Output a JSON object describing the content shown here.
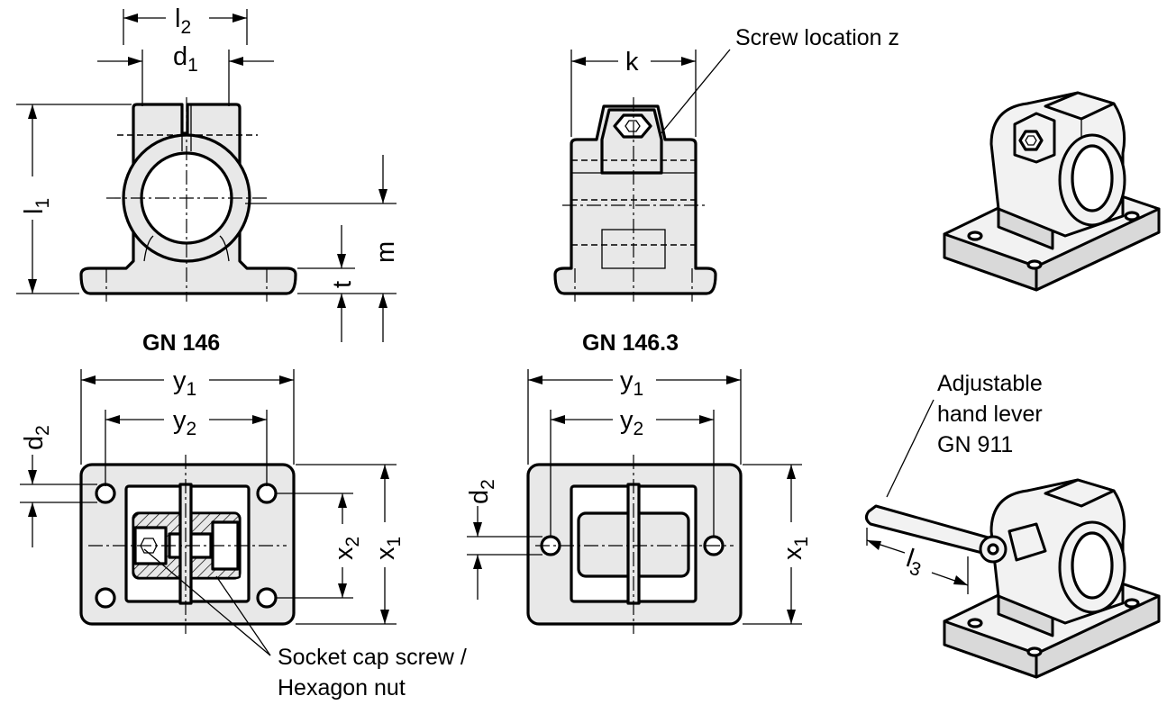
{
  "views": {
    "gn146_title": "GN 146",
    "gn1463_title": "GN 146.3"
  },
  "dimensions": {
    "l2": {
      "base": "l",
      "sub": "2"
    },
    "d1": {
      "base": "d",
      "sub": "1"
    },
    "l1": {
      "base": "l",
      "sub": "1"
    },
    "m": "m",
    "t": "t",
    "k": "k",
    "y1": {
      "base": "y",
      "sub": "1"
    },
    "y2": {
      "base": "y",
      "sub": "2"
    },
    "d2": {
      "base": "d",
      "sub": "2"
    },
    "x1": {
      "base": "x",
      "sub": "1"
    },
    "x2": {
      "base": "x",
      "sub": "2"
    },
    "l3": {
      "base": "l",
      "sub": "3"
    }
  },
  "annotations": {
    "screw_location": "Screw location z",
    "socket_cap_line1": "Socket cap screw /",
    "socket_cap_line2": "Hexagon nut",
    "hand_lever_line1": "Adjustable",
    "hand_lever_line2": "hand lever",
    "hand_lever_line3": "GN 911"
  },
  "icons": {
    "hex_screw": "hexagon-socket-icon",
    "clamp_iso": "clamp-connector-isometric",
    "clamp_iso_lever": "clamp-connector-with-lever-isometric"
  }
}
